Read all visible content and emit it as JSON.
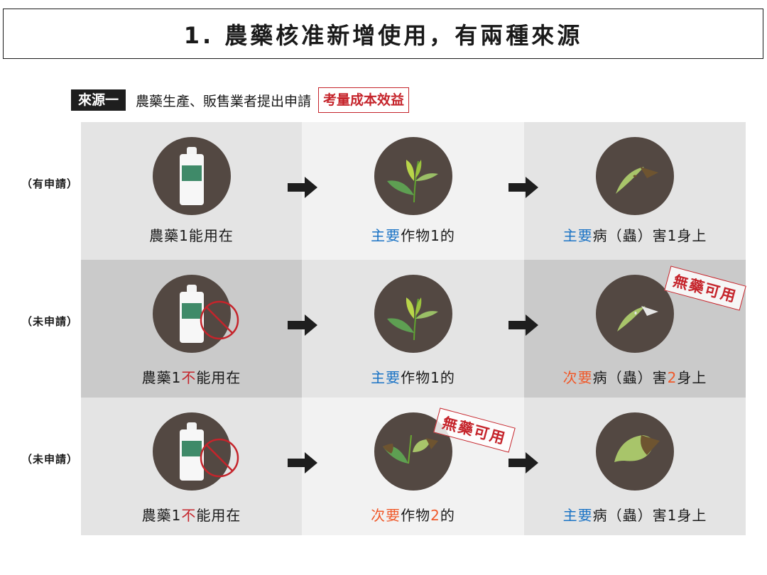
{
  "title": "1. 農藥核准新增使用，有兩種來源",
  "source": {
    "tag": "來源一",
    "description": "農藥生產、販售業者提出申請",
    "highlight": "考量成本效益"
  },
  "colors": {
    "primary_blue": "#1a73c5",
    "secondary_orange": "#f0592a",
    "negative_red": "#c5242b",
    "icon_circle_brown": "#534842",
    "bottle_label_green": "#3f8a69"
  },
  "rows": [
    {
      "label": "（有申請）",
      "cells": [
        {
          "icon": "pesticide-bottle-icon",
          "blocked": false,
          "caption": [
            {
              "text": "農藥1能用在",
              "style": "normal"
            }
          ]
        },
        {
          "icon": "tea-plant-icon",
          "caption": [
            {
              "text": "主要",
              "style": "blue"
            },
            {
              "text": "作物1的",
              "style": "normal"
            }
          ]
        },
        {
          "icon": "diseased-leaf-icon",
          "caption": [
            {
              "text": "主要",
              "style": "blue"
            },
            {
              "text": "病（蟲）害1身上",
              "style": "normal"
            }
          ]
        }
      ]
    },
    {
      "label": "（未申請）",
      "cells": [
        {
          "icon": "pesticide-bottle-icon",
          "blocked": true,
          "caption": [
            {
              "text": "農藥1",
              "style": "normal"
            },
            {
              "text": "不",
              "style": "red"
            },
            {
              "text": "能用在",
              "style": "normal"
            }
          ]
        },
        {
          "icon": "tea-plant-icon",
          "caption": [
            {
              "text": "主要",
              "style": "blue"
            },
            {
              "text": "作物1的",
              "style": "normal"
            }
          ]
        },
        {
          "icon": "diseased-leaf-icon",
          "stamp": "無藥可用",
          "caption": [
            {
              "text": "次要",
              "style": "orange"
            },
            {
              "text": "病（蟲）害",
              "style": "normal"
            },
            {
              "text": "2",
              "style": "orange"
            },
            {
              "text": "身上",
              "style": "normal"
            }
          ]
        }
      ]
    },
    {
      "label": "（未申請）",
      "cells": [
        {
          "icon": "pesticide-bottle-icon",
          "blocked": true,
          "caption": [
            {
              "text": "農藥1",
              "style": "normal"
            },
            {
              "text": "不",
              "style": "red"
            },
            {
              "text": "能用在",
              "style": "normal"
            }
          ]
        },
        {
          "icon": "damaged-crop-icon",
          "stamp": "無藥可用",
          "caption": [
            {
              "text": "次要",
              "style": "orange"
            },
            {
              "text": "作物",
              "style": "normal"
            },
            {
              "text": "2",
              "style": "orange"
            },
            {
              "text": "的",
              "style": "normal"
            }
          ]
        },
        {
          "icon": "damaged-leaf-icon",
          "caption": [
            {
              "text": "主要",
              "style": "blue"
            },
            {
              "text": "病（蟲）害1身上",
              "style": "normal"
            }
          ]
        }
      ]
    }
  ]
}
